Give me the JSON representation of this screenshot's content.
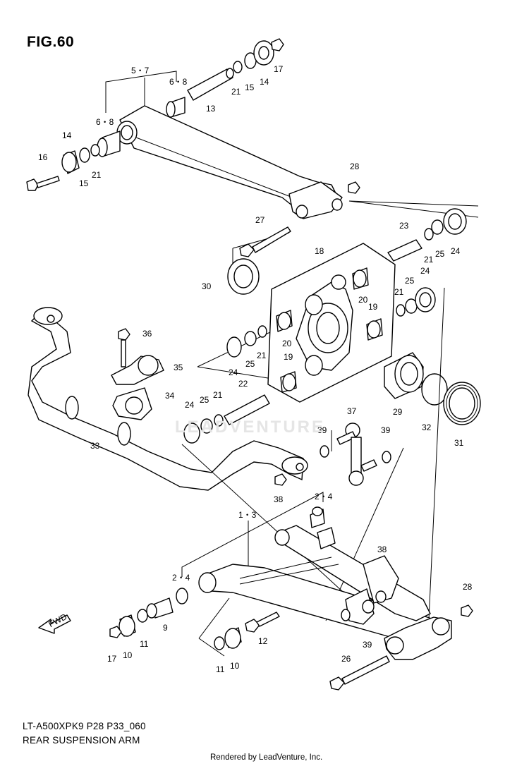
{
  "figure": {
    "title": "FIG.60",
    "model_code": "LT-A500XPK9 P28 P33_060",
    "caption": "REAR SUSPENSION ARM",
    "credit": "Rendered by LeadVenture, Inc.",
    "watermark": "LEADVENTURE",
    "fwd_label": "FWD"
  },
  "callouts": [
    {
      "id": "c1",
      "text": "5・7"
    },
    {
      "id": "c2",
      "text": "6・8"
    },
    {
      "id": "c3",
      "text": "13"
    },
    {
      "id": "c4",
      "text": "21"
    },
    {
      "id": "c5",
      "text": "15"
    },
    {
      "id": "c6",
      "text": "14"
    },
    {
      "id": "c7",
      "text": "17"
    },
    {
      "id": "c8",
      "text": "6・8"
    },
    {
      "id": "c9",
      "text": "14"
    },
    {
      "id": "c10",
      "text": "16"
    },
    {
      "id": "c11",
      "text": "21"
    },
    {
      "id": "c12",
      "text": "15"
    },
    {
      "id": "c13",
      "text": "28"
    },
    {
      "id": "c14",
      "text": "27"
    },
    {
      "id": "c15",
      "text": "23"
    },
    {
      "id": "c16",
      "text": "21"
    },
    {
      "id": "c17",
      "text": "25"
    },
    {
      "id": "c18",
      "text": "24"
    },
    {
      "id": "c19",
      "text": "18"
    },
    {
      "id": "c20",
      "text": "30"
    },
    {
      "id": "c21",
      "text": "24"
    },
    {
      "id": "c22",
      "text": "25"
    },
    {
      "id": "c23",
      "text": "21"
    },
    {
      "id": "c24",
      "text": "20"
    },
    {
      "id": "c25",
      "text": "19"
    },
    {
      "id": "c26",
      "text": "36"
    },
    {
      "id": "c27",
      "text": "20"
    },
    {
      "id": "c28",
      "text": "21"
    },
    {
      "id": "c29",
      "text": "25"
    },
    {
      "id": "c30",
      "text": "24"
    },
    {
      "id": "c31",
      "text": "19"
    },
    {
      "id": "c32",
      "text": "35"
    },
    {
      "id": "c33",
      "text": "22"
    },
    {
      "id": "c34",
      "text": "34"
    },
    {
      "id": "c35",
      "text": "29"
    },
    {
      "id": "c36",
      "text": "32"
    },
    {
      "id": "c37",
      "text": "31"
    },
    {
      "id": "c38",
      "text": "24"
    },
    {
      "id": "c39",
      "text": "25"
    },
    {
      "id": "c40",
      "text": "21"
    },
    {
      "id": "c41",
      "text": "37"
    },
    {
      "id": "c42",
      "text": "39"
    },
    {
      "id": "c43",
      "text": "39"
    },
    {
      "id": "c44",
      "text": "33"
    },
    {
      "id": "c45",
      "text": "38"
    },
    {
      "id": "c46",
      "text": "2・4"
    },
    {
      "id": "c47",
      "text": "1・3"
    },
    {
      "id": "c48",
      "text": "38"
    },
    {
      "id": "c49",
      "text": "2・4"
    },
    {
      "id": "c50",
      "text": "28"
    },
    {
      "id": "c51",
      "text": "9"
    },
    {
      "id": "c52",
      "text": "11"
    },
    {
      "id": "c53",
      "text": "10"
    },
    {
      "id": "c54",
      "text": "17"
    },
    {
      "id": "c55",
      "text": "12"
    },
    {
      "id": "c56",
      "text": "39"
    },
    {
      "id": "c57",
      "text": "26"
    },
    {
      "id": "c58",
      "text": "11"
    },
    {
      "id": "c59",
      "text": "10"
    }
  ]
}
